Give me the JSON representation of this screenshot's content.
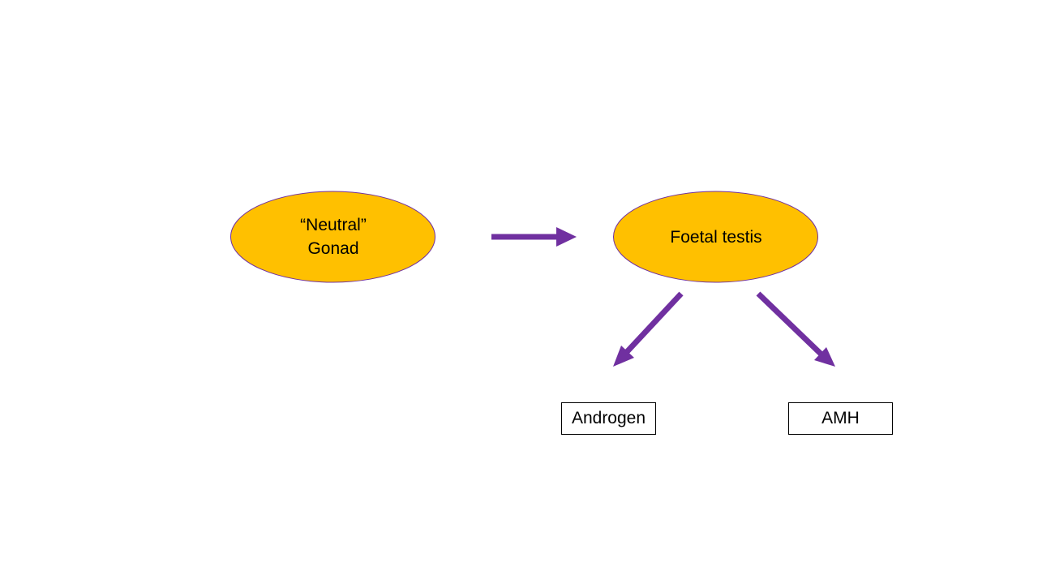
{
  "nodes": {
    "neutral_gonad": {
      "line1": "“Neutral”",
      "line2": "Gonad"
    },
    "foetal_testis": {
      "label": "Foetal testis"
    },
    "androgen": {
      "label": "Androgen"
    },
    "amh": {
      "label": "AMH"
    }
  },
  "colors": {
    "ellipse_fill": "#FFC000",
    "ellipse_stroke": "#7030A0",
    "arrow": "#7030A0",
    "box_border": "#000000",
    "text": "#000000"
  }
}
